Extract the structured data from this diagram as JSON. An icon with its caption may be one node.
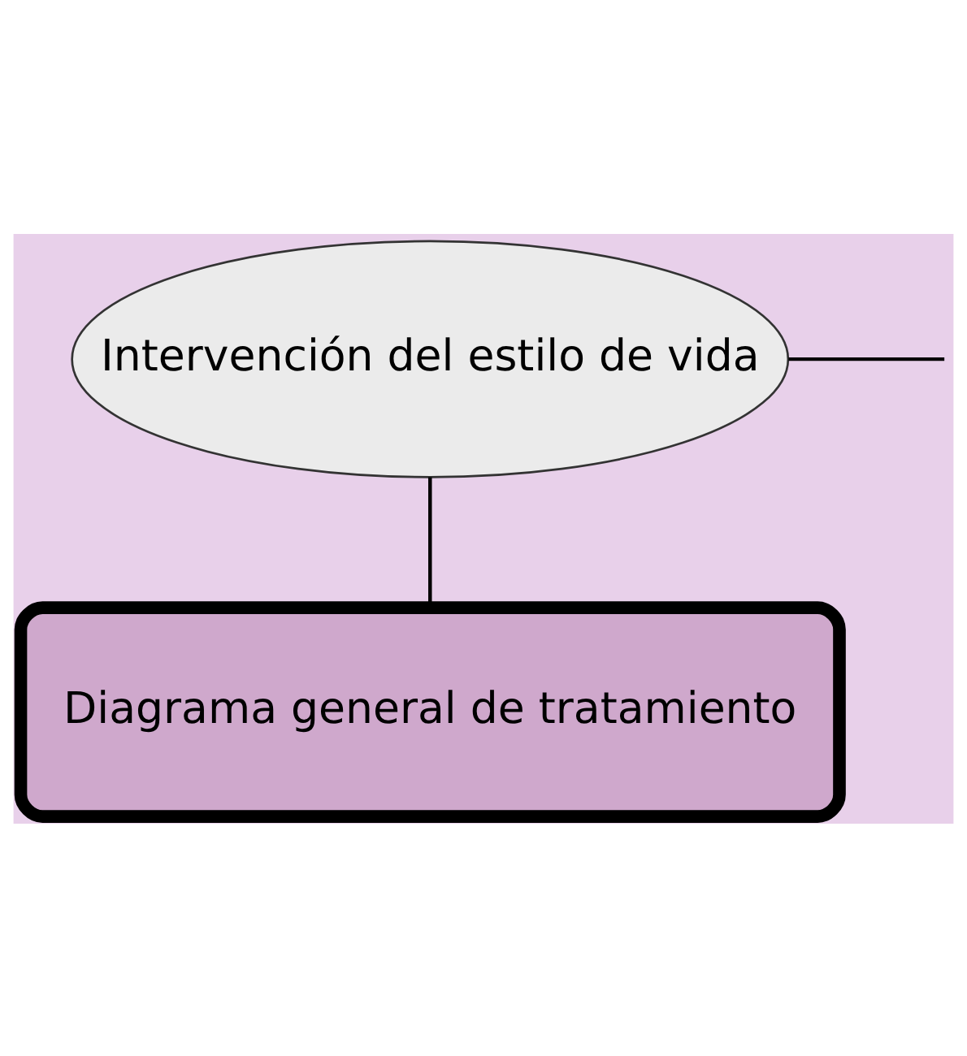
{
  "diagram": {
    "nodes": [
      {
        "text": [
          "Intervención del estilo de vida"
        ]
      },
      {
        "text": [
          "Diagrama general de tratamiento"
        ]
      }
    ],
    "edges": [
      {
        "from": 0,
        "to": 1,
        "arrow": "none"
      },
      {
        "from": 0,
        "to": null,
        "arrow": "none"
      }
    ]
  }
}
